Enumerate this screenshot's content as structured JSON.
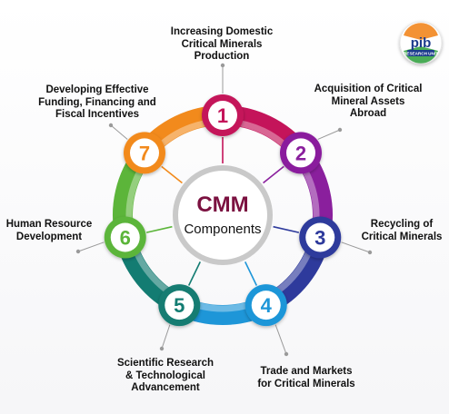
{
  "center": {
    "title": "CMM",
    "subtitle": "Components"
  },
  "logo": {
    "text": "pib",
    "caption": "RESEARCH UNIT"
  },
  "components": [
    {
      "number": "1",
      "color": "#c4145a",
      "lines": [
        "Increasing Domestic",
        "Critical Minerals",
        "Production"
      ]
    },
    {
      "number": "2",
      "color": "#8a1f9d",
      "lines": [
        "Acquisition of Critical",
        "Mineral Assets",
        "Abroad"
      ]
    },
    {
      "number": "3",
      "color": "#2e3a9c",
      "lines": [
        "Recycling of",
        "Critical Minerals"
      ]
    },
    {
      "number": "4",
      "color": "#1e96d8",
      "lines": [
        "Trade and Markets",
        "for Critical Minerals"
      ]
    },
    {
      "number": "5",
      "color": "#137c72",
      "lines": [
        "Scientific Research",
        "& Technological",
        "Advancement"
      ]
    },
    {
      "number": "6",
      "color": "#5cb53a",
      "lines": [
        "Human Resource",
        "Development"
      ]
    },
    {
      "number": "7",
      "color": "#f28a1c",
      "lines": [
        "Developing Effective",
        "Funding, Financing and",
        "Fiscal Incentives"
      ]
    }
  ]
}
